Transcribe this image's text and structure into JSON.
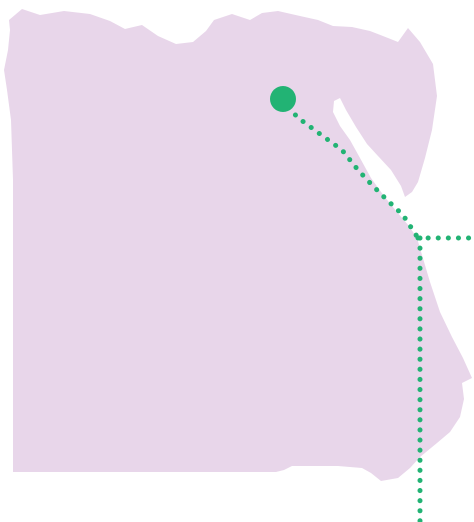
{
  "map": {
    "country": "Egypt",
    "colors": {
      "land": "#e8d6ea",
      "route": "#22b374",
      "marker": "#22b374",
      "background": "#ffffff"
    },
    "route": {
      "style": "dotted"
    },
    "marker": {
      "shape": "filled-circle"
    }
  }
}
